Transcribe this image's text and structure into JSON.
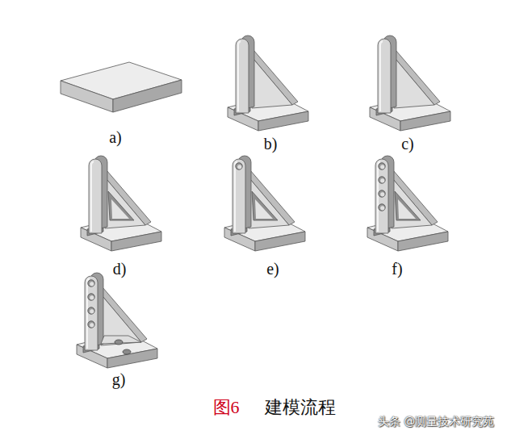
{
  "diagram": {
    "caption": "建模流程",
    "labels": [
      "a)",
      "b)",
      "c)",
      "d)",
      "e)",
      "f)",
      "g)",
      "图6",
      "头条 @测量技术研究苑"
    ]
  }
}
